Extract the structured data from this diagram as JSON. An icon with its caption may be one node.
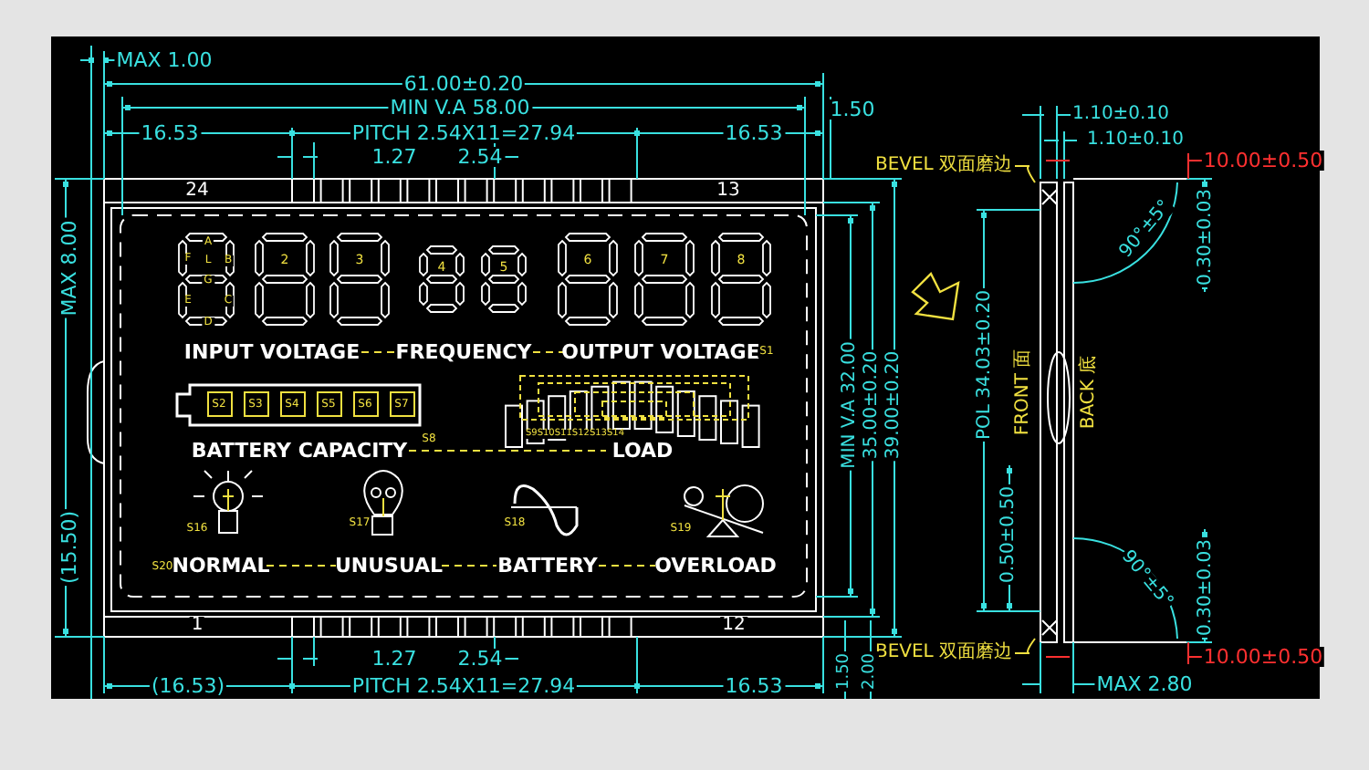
{
  "diagram": {
    "nodes": [
      {
        "text": [
          "BEVEL 双面磨边"
        ]
      },
      {
        "text": [
          "BEVEL 双面磨边"
        ]
      }
    ],
    "edges": [
      {
        "from": 0,
        "to": null,
        "arrow": "none"
      },
      {
        "from": 1,
        "to": null,
        "arrow": "none"
      }
    ],
    "labels": [
      "MAX 1.00",
      "61.00±0.20",
      "MIN V.A 58.00",
      "1.50",
      "16.53",
      "PITCH 2.54X11=27.94",
      "16.53",
      "1.27",
      "2.54",
      "1.10±0.10",
      "1.10±0.10",
      "10.00±0.50",
      "24",
      "13",
      "MAX 8.00",
      "A",
      "F",
      "L",
      "B",
      "G",
      "E",
      "C",
      "D",
      "2",
      "3",
      "4",
      "5",
      "6",
      "7",
      "8",
      "INPUT VOLTAGE",
      "FREQUENCY",
      "OUTPUT VOLTAGE",
      "S1",
      "S2",
      "S3",
      "S4",
      "S5",
      "S6",
      "S7",
      "S8",
      "S9S10S11S12S13S14",
      "BATTERY CAPACITY",
      "LOAD",
      "MIN V.A 32.00",
      "35.00±0.20",
      "39.00±0.20",
      "0.30±0.03",
      "90°±5°",
      "FRONT 面",
      "BACK 底",
      "POL 34.03±0.20",
      "S16",
      "S17",
      "S18",
      "S19",
      "S20",
      "NORMAL",
      "UNUSUAL",
      "BATTERY",
      "OVERLOAD",
      "(15.50)",
      "0.50±0.50",
      "90°±5°",
      "0.30±0.03",
      "1",
      "12",
      "1.27",
      "2.54",
      "10.00±0.50",
      "1.50",
      "2.00",
      "(16.53)",
      "PITCH 2.54X11=27.94",
      "16.53",
      "MAX 2.80"
    ]
  }
}
